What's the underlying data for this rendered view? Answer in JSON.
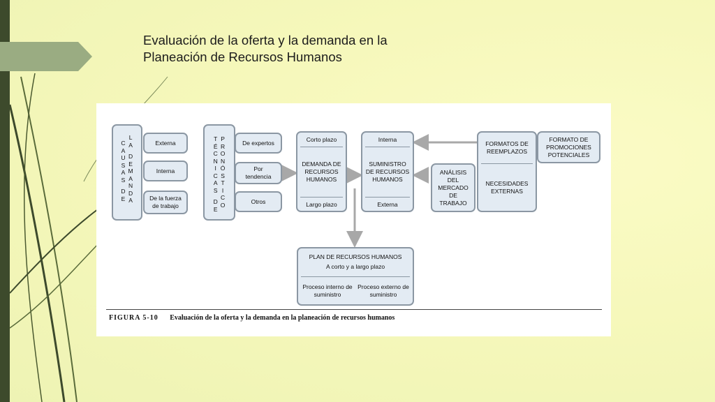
{
  "slide": {
    "title_line1": "Evaluación de la oferta y la demanda en la",
    "title_line2": "Planeación de Recursos Humanos"
  },
  "diagram": {
    "causas": {
      "left": "CAUSAS DE",
      "right": "LA DEMANDA"
    },
    "causas_items": [
      "Externa",
      "Interna",
      "De la fuerza de trabajo"
    ],
    "tecnicas": {
      "left": "TÉCNICAS DE",
      "right": "PRONÓSTICO"
    },
    "tecnicas_items": [
      "De expertos",
      "Por tendencia",
      "Otros"
    ],
    "demanda": {
      "top": "Corto plazo",
      "middle": "DEMANDA DE RECURSOS HUMANOS",
      "bottom": "Largo plazo"
    },
    "suministro": {
      "top": "Interna",
      "middle": "SUMINISTRO DE RECURSOS HUMANOS",
      "bottom": "Externa"
    },
    "analisis": "ANÁLISIS DEL MERCADO DE TRABAJO",
    "formatos": {
      "top": "FORMATOS DE REEMPLAZOS",
      "bottom": "NECESIDADES EXTERNAS"
    },
    "formato_promociones": "FORMATO DE PROMOCIONES POTENCIALES",
    "plan": {
      "title": "PLAN DE RECURSOS HUMANOS",
      "subtitle": "A corto y a largo plazo",
      "left": "Proceso interno de suministro",
      "right": "Proceso externo de suministro"
    },
    "caption_label": "FIGURA 5-10",
    "caption_text": "Evaluación de la oferta y la demanda en la planeación de recursos humanos"
  },
  "colors": {
    "background": "#f6f8bb",
    "left_bar": "#3d4a2c",
    "tab": "#9aac82",
    "box_fill": "#e3ebf3",
    "box_border": "#8b97a3",
    "arrow": "#a8a8a8"
  }
}
